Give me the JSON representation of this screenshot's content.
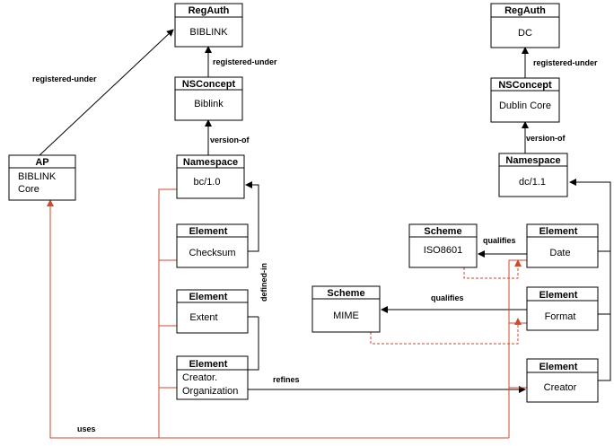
{
  "boxes": {
    "regauth_left": {
      "head": "RegAuth",
      "body": [
        "BIBLINK"
      ]
    },
    "nsconcept_left": {
      "head": "NSConcept",
      "body": [
        "Biblink"
      ]
    },
    "namespace_left": {
      "head": "Namespace",
      "body": [
        "bc/1.0"
      ]
    },
    "ap": {
      "head": "AP",
      "body": [
        "BIBLINK",
        "Core"
      ]
    },
    "el_checksum": {
      "head": "Element",
      "body": [
        "Checksum"
      ]
    },
    "el_extent": {
      "head": "Element",
      "body": [
        "Extent"
      ]
    },
    "el_creator_org": {
      "head": "Element",
      "body": [
        "Creator.",
        "Organization"
      ]
    },
    "regauth_right": {
      "head": "RegAuth",
      "body": [
        "DC"
      ]
    },
    "nsconcept_right": {
      "head": "NSConcept",
      "body": [
        "Dublin Core"
      ]
    },
    "namespace_right": {
      "head": "Namespace",
      "body": [
        "dc/1.1"
      ]
    },
    "scheme_iso": {
      "head": "Scheme",
      "body": [
        "ISO8601"
      ]
    },
    "scheme_mime": {
      "head": "Scheme",
      "body": [
        "MIME"
      ]
    },
    "el_date": {
      "head": "Element",
      "body": [
        "Date"
      ]
    },
    "el_format": {
      "head": "Element",
      "body": [
        "Format"
      ]
    },
    "el_creator": {
      "head": "Element",
      "body": [
        "Creator"
      ]
    }
  },
  "edge_labels": {
    "registered_under_ap": "registered-under",
    "registered_under_left": "registered-under",
    "registered_under_right": "registered-under",
    "version_of_left": "version-of",
    "version_of_right": "version-of",
    "defined_in": "defined-in",
    "refines": "refines",
    "qualifies_iso": "qualifies",
    "qualifies_mime": "qualifies",
    "uses": "uses"
  },
  "colors": {
    "line": "#000000",
    "accent": "#d04a2a"
  }
}
